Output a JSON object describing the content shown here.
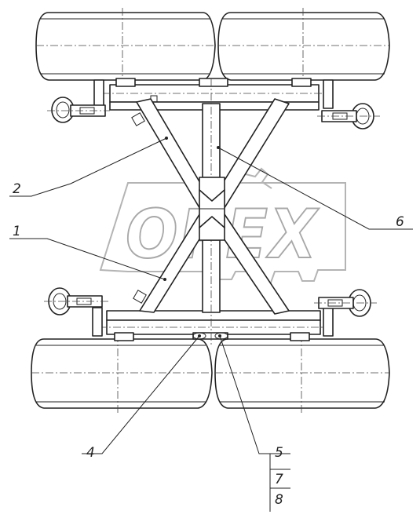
{
  "watermark": {
    "text": "OPEX"
  },
  "callouts": {
    "c1": "1",
    "c2": "2",
    "c4": "4",
    "c5": "5",
    "c6": "6",
    "c7": "7",
    "c8": "8"
  }
}
